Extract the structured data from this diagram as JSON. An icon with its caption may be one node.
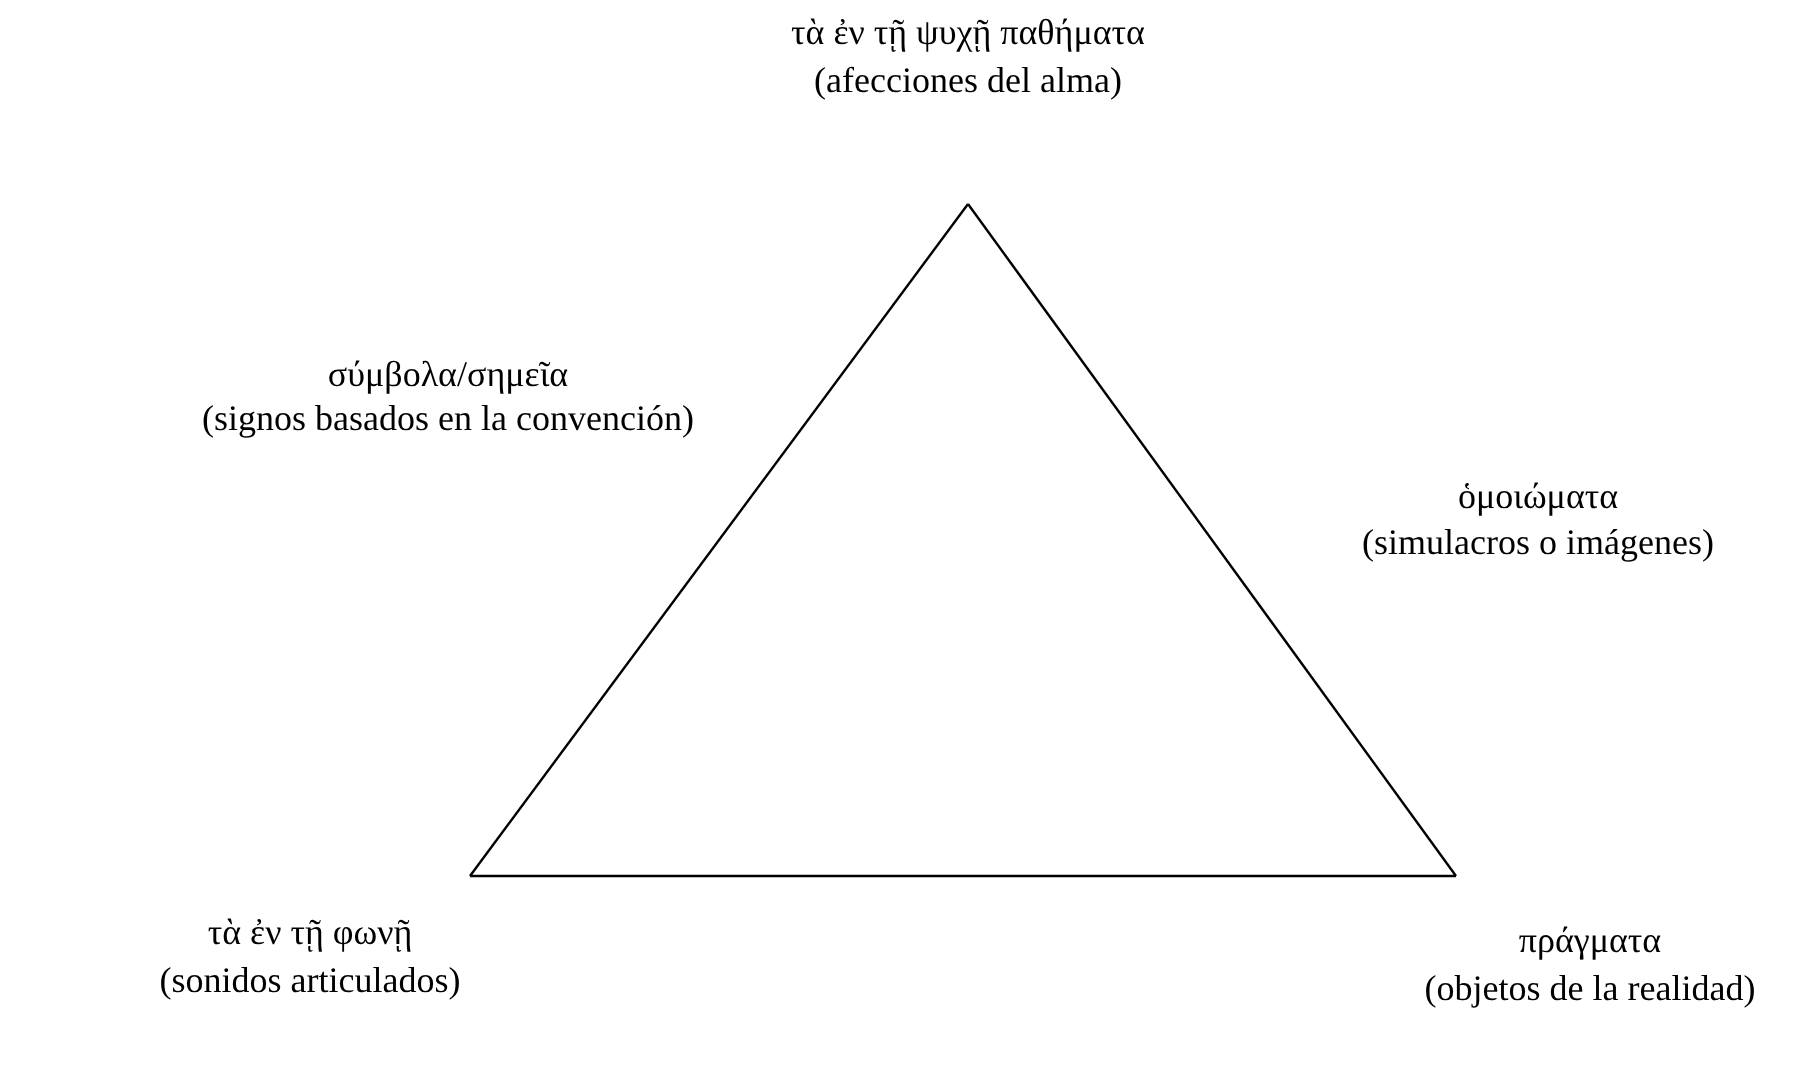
{
  "diagram": {
    "nodes": [
      {
        "text": [
          "τὰ ἐν τῇ ψυχῇ παθήματα",
          "(afecciones del alma)"
        ]
      },
      {
        "text": [
          "τὰ ἐν τῇ φωνῇ",
          "(sonidos articulados)"
        ]
      },
      {
        "text": [
          "πράγματα",
          "(objetos de la realidad)"
        ]
      }
    ],
    "edges": [
      {
        "from": 1,
        "to": 0,
        "arrow": "none"
      },
      {
        "from": 0,
        "to": 2,
        "arrow": "none"
      },
      {
        "from": 1,
        "to": 2,
        "arrow": "none"
      }
    ],
    "labels": [
      "σύμβολα/σημεῖα",
      "(signos basados en la convención)",
      "ὁμοιώματα",
      "(simulacros o imágenes)"
    ]
  }
}
